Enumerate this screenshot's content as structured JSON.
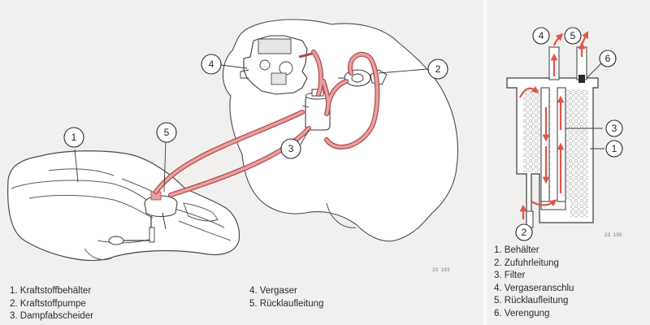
{
  "diagram_left": {
    "callouts": [
      "1",
      "2",
      "3",
      "4",
      "5"
    ],
    "code": "23 183",
    "legend_col1": [
      "1. Kraftstoffbehälter",
      "2. Kraftstoffpumpe",
      "3. Dampfabscheider"
    ],
    "legend_col2": [
      "4. Vergaser",
      "5. Rücklaufleitung"
    ]
  },
  "diagram_right": {
    "callouts": [
      "1",
      "2",
      "3",
      "4",
      "5",
      "6"
    ],
    "code": "23 185",
    "legend": [
      "1. Behälter",
      "2. Zufuhrleitung",
      "3. Filter",
      "4. Vergaseranschlu",
      "5. Rücklaufleitung",
      "6. Verengung"
    ]
  },
  "colors": {
    "hose": "#e8a0a0",
    "hose_outline": "#b04848",
    "line": "#3a3a3a",
    "arrow": "#e0544a",
    "background": "#f2f0ee"
  }
}
